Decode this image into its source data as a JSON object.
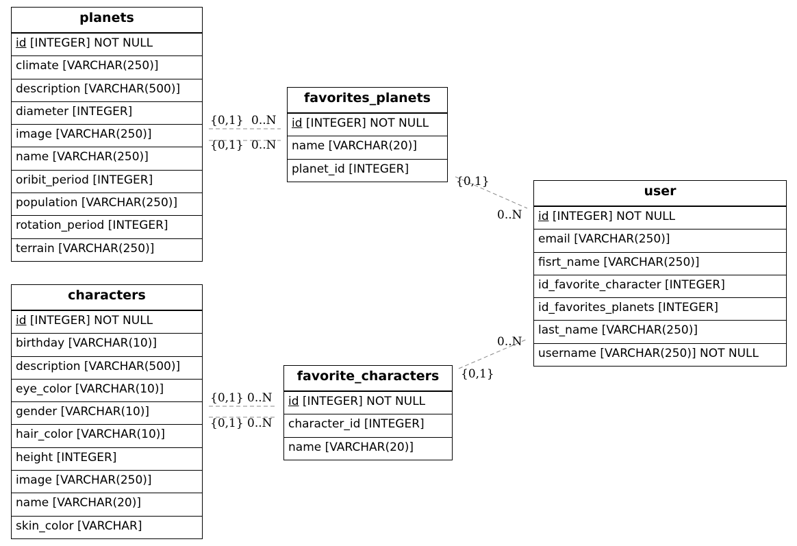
{
  "entities": {
    "planets": {
      "title": "planets",
      "pk": {
        "name": "id",
        "rest": " [INTEGER] NOT NULL"
      },
      "attributes": [
        "climate [VARCHAR(250)]",
        "description [VARCHAR(500)]",
        "diameter [INTEGER]",
        "image [VARCHAR(250)]",
        "name [VARCHAR(250)]",
        "oribit_period [INTEGER]",
        "population [VARCHAR(250)]",
        "rotation_period [INTEGER]",
        "terrain [VARCHAR(250)]"
      ]
    },
    "characters": {
      "title": "characters",
      "pk": {
        "name": "id",
        "rest": " [INTEGER] NOT NULL"
      },
      "attributes": [
        "birthday [VARCHAR(10)]",
        "description [VARCHAR(500)]",
        "eye_color [VARCHAR(10)]",
        "gender [VARCHAR(10)]",
        "hair_color [VARCHAR(10)]",
        "height [INTEGER]",
        "image [VARCHAR(250)]",
        "name [VARCHAR(20)]",
        "skin_color [VARCHAR]"
      ]
    },
    "favorites_planets": {
      "title": "favorites_planets",
      "pk": {
        "name": "id",
        "rest": " [INTEGER] NOT NULL"
      },
      "attributes": [
        "name [VARCHAR(20)]",
        "planet_id [INTEGER]"
      ]
    },
    "favorite_characters": {
      "title": "favorite_characters",
      "pk": {
        "name": "id",
        "rest": " [INTEGER] NOT NULL"
      },
      "attributes": [
        "character_id [INTEGER]",
        "name [VARCHAR(20)]"
      ]
    },
    "user": {
      "title": "user",
      "pk": {
        "name": "id",
        "rest": " [INTEGER] NOT NULL"
      },
      "attributes": [
        "email [VARCHAR(250)]",
        "fisrt_name [VARCHAR(250)]",
        "id_favorite_character [INTEGER]",
        "id_favorites_planets [INTEGER]",
        "last_name [VARCHAR(250)]",
        "username [VARCHAR(250)] NOT NULL"
      ]
    }
  },
  "cardinalities": {
    "one": "{0,1}",
    "many": "0..N"
  },
  "colors": {
    "border": "#000000",
    "relation_line": "#888888",
    "background": "#ffffff"
  }
}
